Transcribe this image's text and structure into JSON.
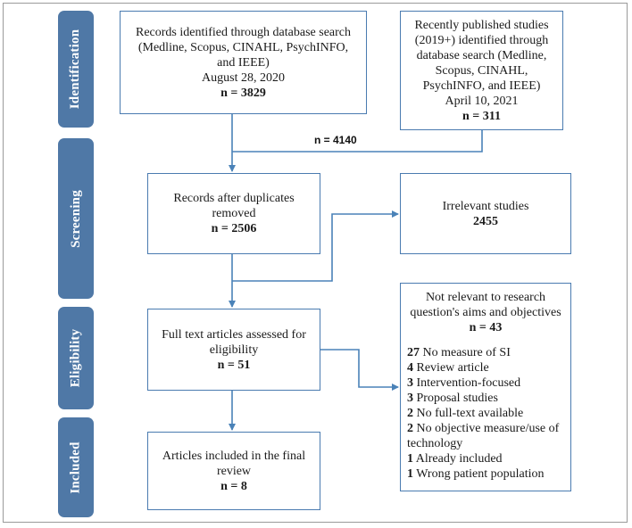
{
  "phases": {
    "identification": "Identification",
    "screening": "Screening",
    "eligibility": "Eligibility",
    "included": "Included"
  },
  "db_search": {
    "lines": [
      "Records identified through database search",
      "(Medline, Scopus, CINAHL, PsychINFO,",
      "and IEEE)",
      "August 28, 2020"
    ],
    "count": "n = 3829"
  },
  "recent_search": {
    "lines": [
      "Recently published studies",
      "(2019+) identified through",
      "database search (Medline,",
      "Scopus, CINAHL,",
      "PsychINFO, and IEEE)",
      "April 10, 2021"
    ],
    "count": "n = 311"
  },
  "merge_label": "n = 4140",
  "after_duplicates": {
    "lines": [
      "Records after duplicates",
      "removed"
    ],
    "count": "n = 2506"
  },
  "irrelevant": {
    "lines": [
      "Irrelevant studies"
    ],
    "count": "2455"
  },
  "full_text": {
    "lines": [
      "Full text articles assessed for",
      "eligibility"
    ],
    "count": "n = 51"
  },
  "not_relevant": {
    "lines": [
      "Not relevant to research",
      "question's aims and objectives"
    ],
    "count": "n = 43",
    "reasons": [
      {
        "num": "27",
        "text": "No measure of SI"
      },
      {
        "num": "4",
        "text": "Review article"
      },
      {
        "num": "3",
        "text": "Intervention-focused"
      },
      {
        "num": "3",
        "text": "Proposal studies"
      },
      {
        "num": "2",
        "text": "No full-text available"
      },
      {
        "num": "2",
        "text": "No objective measure/use of"
      },
      {
        "num": "",
        "text": "technology"
      },
      {
        "num": "1",
        "text": "Already included"
      },
      {
        "num": "1",
        "text": "Wrong patient population"
      }
    ]
  },
  "included": {
    "lines": [
      "Articles included in the final",
      "review"
    ],
    "count": "n = 8"
  },
  "colors": {
    "phase_fill": "#4f78a6",
    "box_border": "#4a7bb0",
    "arrow": "#4a82b8"
  }
}
